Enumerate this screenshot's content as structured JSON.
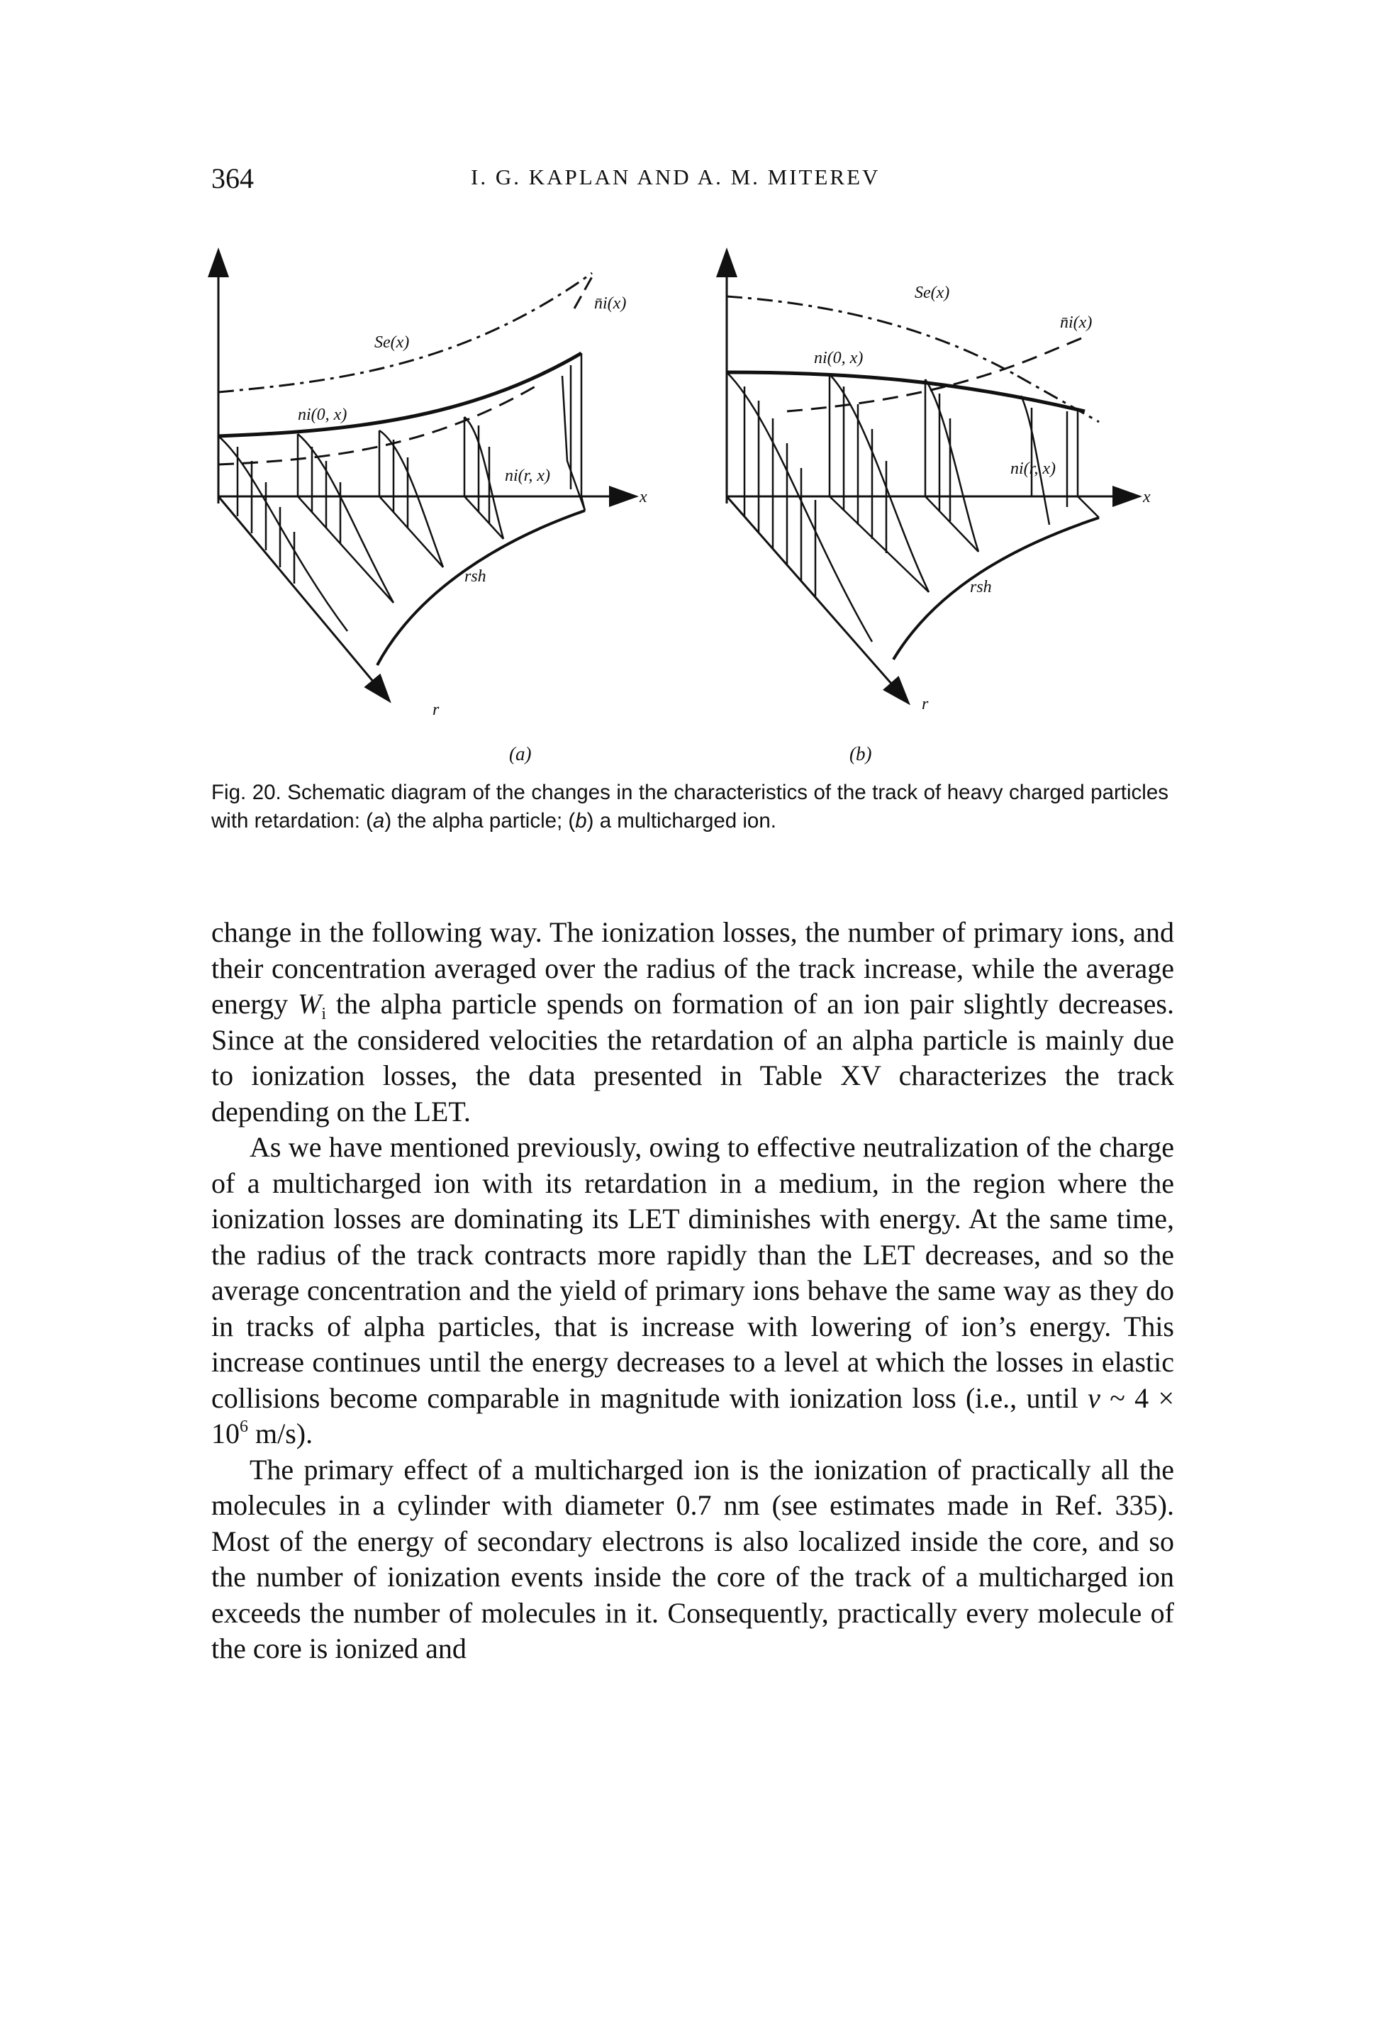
{
  "header": {
    "page_number": "364",
    "running_head": "I. G. KAPLAN AND A. M. MITEREV"
  },
  "figure": {
    "panel_a": {
      "label": "(a)",
      "curve_labels": {
        "se": "Se(x)",
        "ni_avg": "n̄i(x)",
        "ni_0": "ni(0, x)",
        "ni_r": "ni(r, x)",
        "rsh": "rsh",
        "axis_x": "x",
        "axis_r": "r"
      }
    },
    "panel_b": {
      "label": "(b)",
      "curve_labels": {
        "se": "Se(x)",
        "ni_avg": "n̄i(x)",
        "ni_0": "ni(0, x)",
        "ni_r": "ni(r, x)",
        "rsh": "rsh",
        "axis_x": "x",
        "axis_r": "r"
      }
    }
  },
  "caption": {
    "prefix": "Fig. 20.",
    "text_1": "Schematic diagram of the changes in the characteristics of the track of heavy charged particles with retardation: (",
    "a_mark": "a",
    "text_2": ") the alpha particle; (",
    "b_mark": "b",
    "text_3": ") a multicharged ion."
  },
  "body": {
    "p1_part1": "change in the following way. The ionization losses, the number of primary ions, and their concentration averaged over the radius of the track increase, while the average energy ",
    "p1_var": "W",
    "p1_sub": "i",
    "p1_part2": " the alpha particle spends on formation of an ion pair slightly decreases. Since at the considered velocities the retardation of an alpha particle is mainly due to ionization losses, the data presented in Table XV characterizes the track depending on the LET.",
    "p2_part1": "As we have mentioned previously, owing to effective neutralization of the charge of a multicharged ion with its retardation in a medium, in the region where the ionization losses are dominating its LET diminishes with energy. At the same time, the radius of the track contracts more rapidly than the LET decreases, and so the average concentration and the yield of primary ions behave the same way as they do in tracks of alpha particles, that is increase with lowering of ion’s energy. This increase continues until the energy decreases to a level at which the losses in elastic collisions become comparable in magnitude with ionization loss (i.e., until ",
    "p2_var": "v",
    "p2_mid": " ~ 4 × 10",
    "p2_sup": "6",
    "p2_part2": " m/s).",
    "p3": "The primary effect of a multicharged ion is the ionization of practically all the molecules in a cylinder with diameter 0.7 nm (see estimates made in Ref. 335). Most of the energy of secondary electrons is also localized inside the core, and so the number of ionization events inside the core of the track of a multicharged ion exceeds the number of molecules in it. Consequently, practically every molecule of the core is ionized and"
  }
}
